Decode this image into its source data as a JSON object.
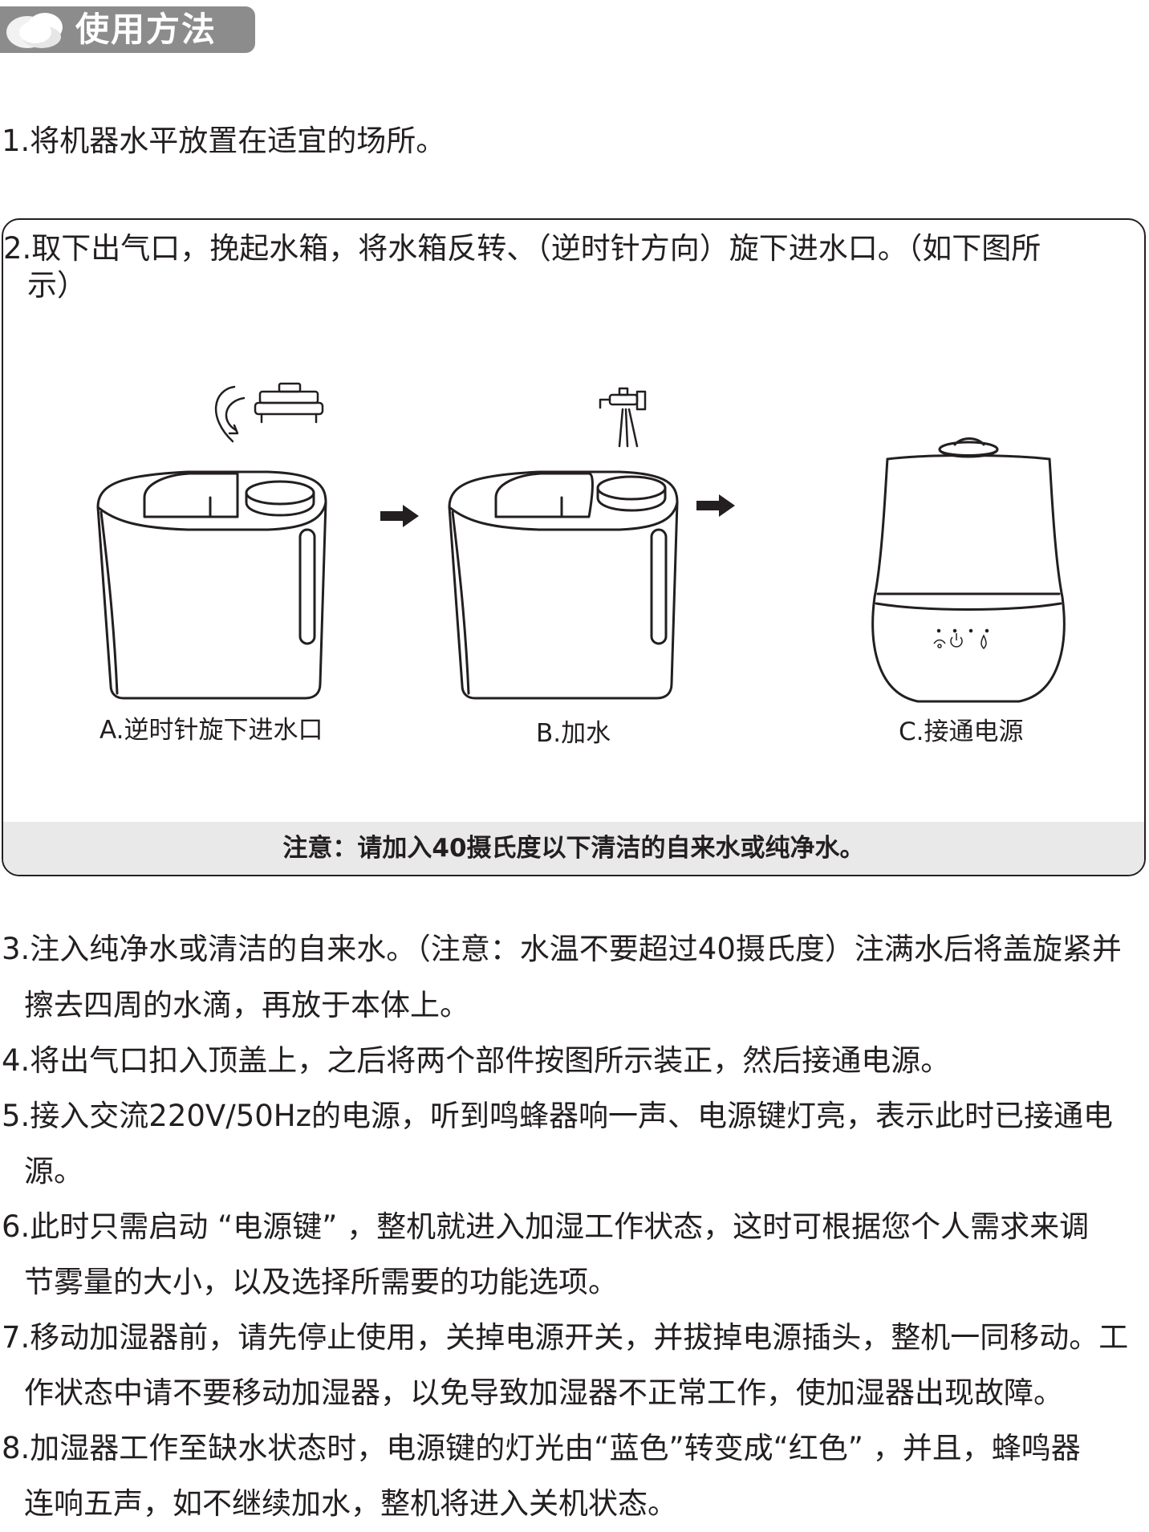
{
  "header": {
    "title": "使用方法"
  },
  "steps": {
    "s1": "1.将机器水平放置在适宜的场所。",
    "s2_line1": "2.取下出气口，挽起水箱，将水箱反转、（逆时针方向）旋下进水口。（如下图所",
    "s2_line2": "示）",
    "s3_line1": "3.注入纯净水或清洁的自来水。（注意：水温不要超过40摄氏度）注满水后将盖旋紧并",
    "s3_line2": "擦去四周的水滴，再放于本体上。",
    "s4": "4.将出气口扣入顶盖上，之后将两个部件按图所示装正，然后接通电源。",
    "s5_line1": "5.接入交流220V/50Hz的电源，听到鸣蜂器响一声、电源键灯亮，表示此时已接通电",
    "s5_line2": "源。",
    "s6_line1": "6.此时只需启动 “电源键” ，整机就进入加湿工作状态，这时可根据您个人需求来调",
    "s6_line2": "节雾量的大小，以及选择所需要的功能选项。",
    "s7_line1": "7.移动加湿器前，请先停止使用，关掉电源开关，并拔掉电源插头，整机一同移动。工",
    "s7_line2": "作状态中请不要移动加湿器，以免导致加湿器不正常工作，使加湿器出现故障。",
    "s8_line1": "8.加湿器工作至缺水状态时，电源键的灯光由“蓝色”转变成“红色” ，并且，蜂鸣器",
    "s8_line2": "连响五声，如不继续加水，整机将进入关机状态。"
  },
  "figure": {
    "caption_a": "A.逆时针旋下进水口",
    "caption_b": "B.加水",
    "caption_c": "C.接通电源"
  },
  "note": "注意：请加入40摄氏度以下清洁的自来水或纯净水。",
  "colors": {
    "header_bg": "#8c8c8c",
    "note_bg": "#e9e9e9",
    "text": "#231f20"
  }
}
